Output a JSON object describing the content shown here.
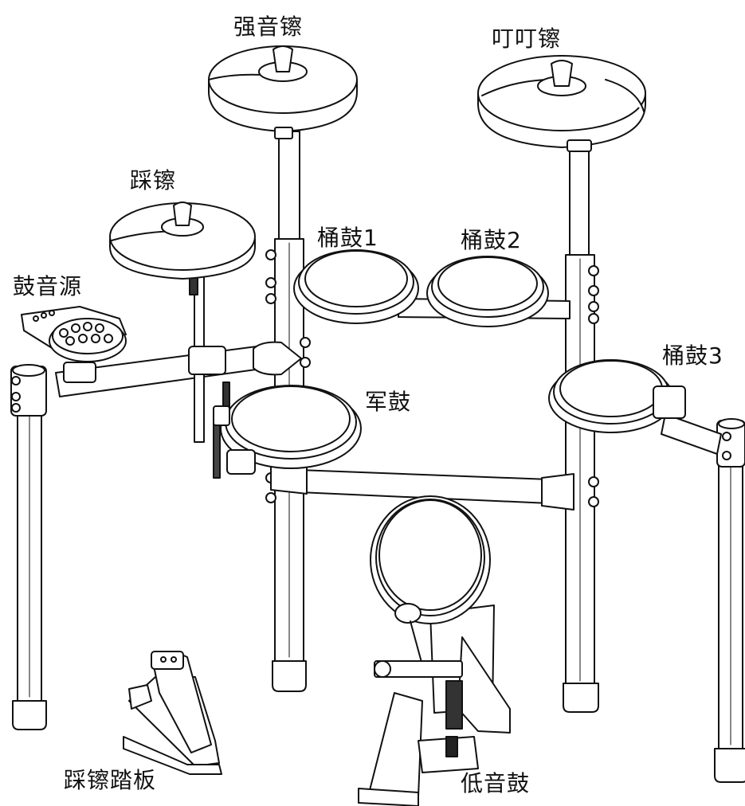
{
  "labels": {
    "crash": "强音镲",
    "ride": "叮叮镲",
    "hihat": "踩镲",
    "tom1": "桶鼓1",
    "tom2": "桶鼓2",
    "module": "鼓音源",
    "tom3": "桶鼓3",
    "snare": "军鼓",
    "hihat_pedal": "踩镲踏板",
    "kick": "低音鼓"
  }
}
